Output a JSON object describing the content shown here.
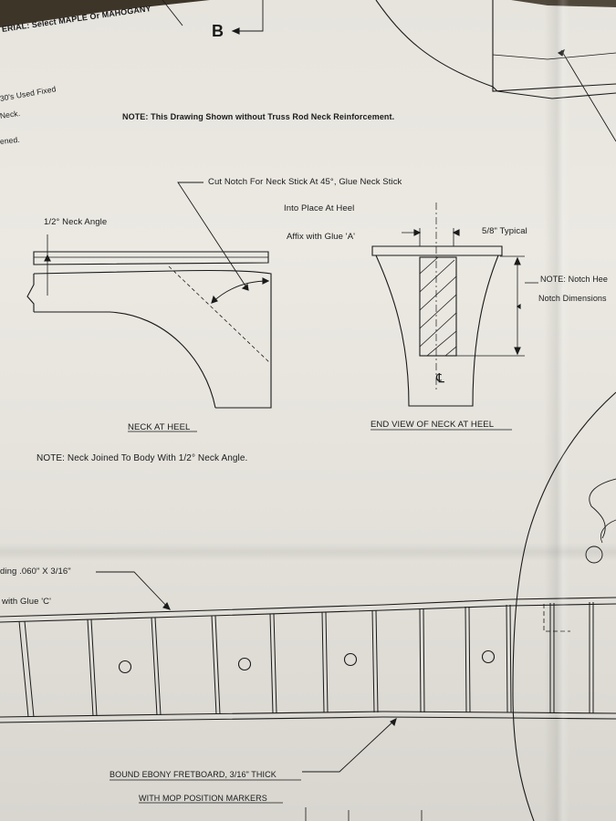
{
  "labels": {
    "material": "ERIAL: Select MAPLE Or MAHOGANY",
    "section_marker": "B",
    "side_note_1": "30's Used Fixed",
    "side_note_2": "Neck.",
    "side_note_3": "ened.",
    "truss_note": "NOTE: This Drawing Shown without Truss Rod Neck Reinforcement.",
    "cut_notch_1": "Cut Notch For Neck Stick At 45°, Glue Neck Stick",
    "cut_notch_2": "Into Place At Heel",
    "affix": "Affix with Glue 'A'",
    "neck_angle": "1/2° Neck Angle",
    "typical": "5/8\" Typical",
    "notch_note_1": "NOTE: Notch Hee",
    "notch_note_2": "Notch Dimensions",
    "centerline": "℄",
    "neck_at_heel": "NECK AT HEEL",
    "end_view": "END VIEW OF NECK AT HEEL",
    "neck_joined": "NOTE:  Neck Joined To Body With 1/2° Neck Angle.",
    "binding": "ding .060\" X 3/16\"",
    "glue_c": "with Glue 'C'",
    "fretboard": "BOUND EBONY FRETBOARD, 3/16\" THICK",
    "mop": "WITH MOP POSITION MARKERS"
  },
  "colors": {
    "paper": "#e8e6df",
    "ink": "#1a1a1a"
  }
}
